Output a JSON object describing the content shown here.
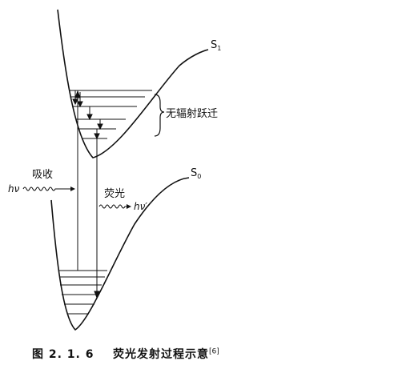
{
  "labels": {
    "s1": "S",
    "s1_sub": "1",
    "s0": "S",
    "s0_sub": "0",
    "nonrad": "无辐射跃迁",
    "absorb": "吸收",
    "hv": "hν",
    "fluor": "荧光",
    "hv_prime": "hν′"
  },
  "caption": {
    "number": "图 2. 1. 6",
    "title": "荧光发射过程示意",
    "ref": "[6]"
  }
}
